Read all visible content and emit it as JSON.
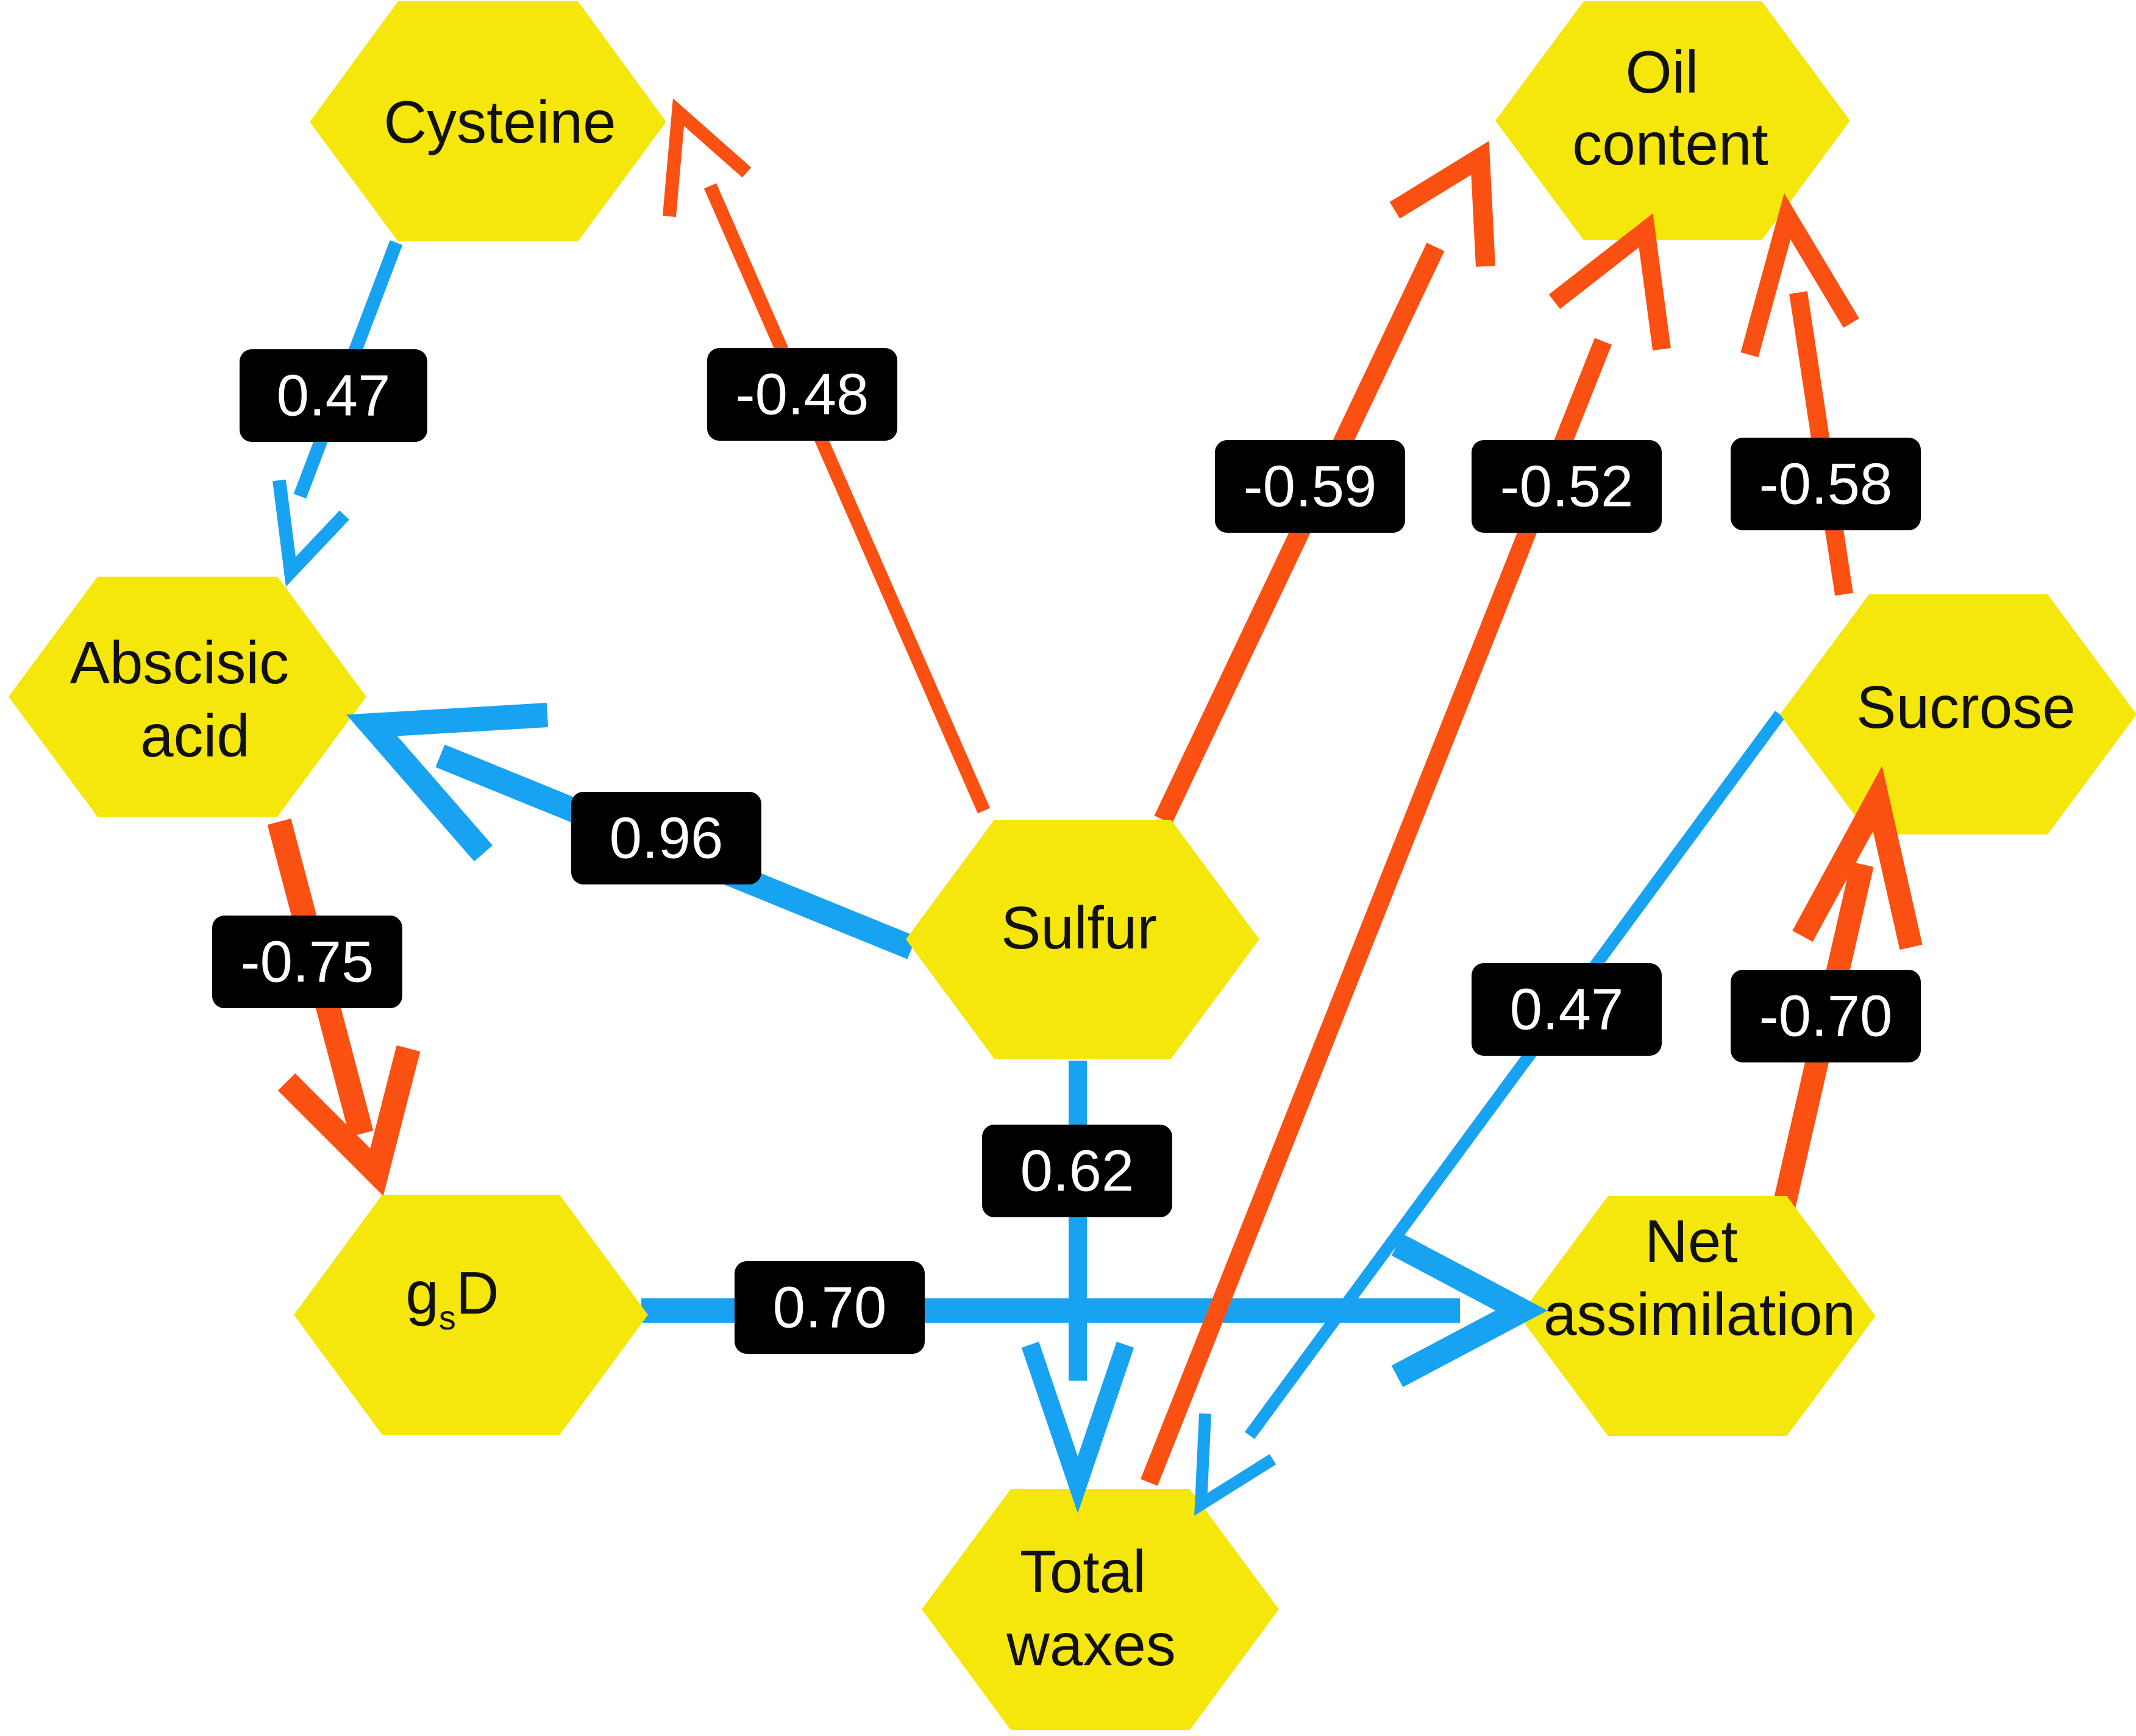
{
  "colors": {
    "node_fill": "#f5e60c",
    "positive": "#18a3f2",
    "negative": "#fa5012",
    "label_bg": "#000000",
    "label_text": "#ffffff"
  },
  "nodes": {
    "cysteine": {
      "lines": [
        "Cysteine"
      ]
    },
    "aba": {
      "lines": [
        "Abscisic",
        "acid"
      ]
    },
    "gsd": {
      "main": "g",
      "sub": "s",
      "tail": "D"
    },
    "sulfur": {
      "lines": [
        "Sulfur"
      ]
    },
    "waxes": {
      "lines": [
        "Total",
        "waxes"
      ]
    },
    "oil": {
      "lines": [
        "Oil",
        "content"
      ]
    },
    "sucrose": {
      "lines": [
        "Sucrose"
      ]
    },
    "netassim": {
      "lines": [
        "Net",
        "assimilation"
      ]
    }
  },
  "edges": [
    {
      "id": "cysteine-aba",
      "from": "Cysteine",
      "to": "Abscisic acid",
      "label": "0.47",
      "sign": "positive"
    },
    {
      "id": "sulfur-cysteine",
      "from": "Sulfur",
      "to": "Cysteine",
      "label": "-0.48",
      "sign": "negative"
    },
    {
      "id": "sulfur-aba",
      "from": "Sulfur",
      "to": "Abscisic acid",
      "label": "0.96",
      "sign": "positive"
    },
    {
      "id": "aba-gsd",
      "from": "Abscisic acid",
      "to": "gsD",
      "label": "-0.75",
      "sign": "negative"
    },
    {
      "id": "sulfur-waxes",
      "from": "Sulfur",
      "to": "Total waxes",
      "label": "0.62",
      "sign": "positive"
    },
    {
      "id": "gsd-netassim",
      "from": "gsD",
      "to": "Net assimilation",
      "label": "0.70",
      "sign": "positive"
    },
    {
      "id": "sulfur-oil",
      "from": "Sulfur",
      "to": "Oil content",
      "label": "-0.59",
      "sign": "negative"
    },
    {
      "id": "waxes-oil",
      "from": "Total waxes",
      "to": "Oil content",
      "label": "-0.52",
      "sign": "negative"
    },
    {
      "id": "sucrose-oil",
      "from": "Sucrose",
      "to": "Oil content",
      "label": "-0.58",
      "sign": "negative"
    },
    {
      "id": "sucrose-waxes",
      "from": "Sucrose",
      "to": "Total waxes",
      "label": "0.47",
      "sign": "positive"
    },
    {
      "id": "netassim-sucrose",
      "from": "Net assimilation",
      "to": "Sucrose",
      "label": "-0.70",
      "sign": "negative"
    }
  ]
}
